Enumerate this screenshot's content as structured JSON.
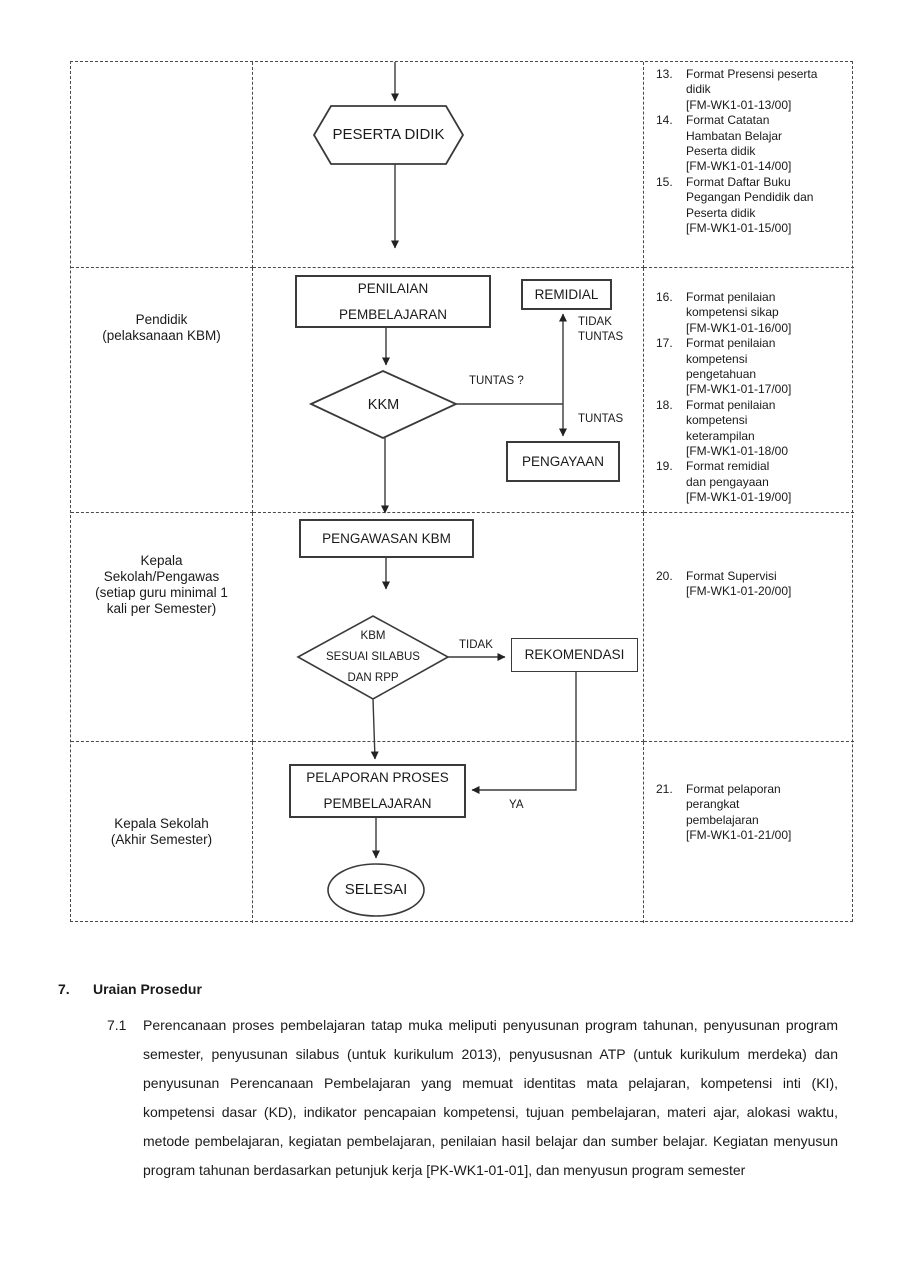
{
  "colors": {
    "background": "#ffffff",
    "text": "#1a1a1a",
    "line": "#3a3a3a"
  },
  "swimlanes": {
    "row2_actor": "Pendidik\n(pelaksanaan KBM)",
    "row3_actor": "Kepala\nSekolah/Pengawas\n(setiap guru minimal 1\nkali per Semester)",
    "row4_actor": "Kepala Sekolah\n(Akhir Semester)"
  },
  "flowchart": {
    "peserta_didik": "PESERTA DIDIK",
    "penilaian": "PENILAIAN\nPEMBELAJARAN",
    "remidial": "REMIDIAL",
    "kkm": "KKM",
    "pengayaan": "PENGAYAAN",
    "label_tidak_tuntas": "TIDAK\nTUNTAS",
    "label_tuntas_q": "TUNTAS ?",
    "label_tuntas": "TUNTAS",
    "pengawasan": "PENGAWASAN KBM",
    "kbm_sesuai": "KBM\nSESUAI SILABUS\nDAN RPP",
    "label_tidak": "TIDAK",
    "rekomendasi": "REKOMENDASI",
    "label_ya": "YA",
    "pelaporan": "PELAPORAN PROSES\nPEMBELAJARAN",
    "selesai": "SELESAI"
  },
  "forms": {
    "row1": [
      {
        "num": "13.",
        "text": "Format Presensi peserta\ndidik\n[FM-WK1-01-13/00]"
      },
      {
        "num": "14.",
        "text": "Format Catatan\nHambatan Belajar\nPeserta didik\n[FM-WK1-01-14/00]"
      },
      {
        "num": "15.",
        "text": "Format Daftar Buku\nPegangan Pendidik dan\nPeserta didik\n[FM-WK1-01-15/00]"
      }
    ],
    "row2": [
      {
        "num": "16.",
        "text": "Format penilaian\nkompetensi sikap\n[FM-WK1-01-16/00]"
      },
      {
        "num": "17.",
        "text": "Format penilaian\nkompetensi\npengetahuan\n[FM-WK1-01-17/00]"
      },
      {
        "num": "18.",
        "text": "Format penilaian\nkompetensi\nketerampilan\n[FM-WK1-01-18/00"
      },
      {
        "num": "19.",
        "text": "Format remidial\ndan pengayaan\n[FM-WK1-01-19/00]"
      }
    ],
    "row3": [
      {
        "num": "20.",
        "text": "Format Supervisi\n[FM-WK1-01-20/00]"
      }
    ],
    "row4": [
      {
        "num": "21.",
        "text": "Format pelaporan\nperangkat\npembelajaran\n[FM-WK1-01-21/00]"
      }
    ]
  },
  "section": {
    "number": "7.",
    "title": "Uraian Prosedur",
    "item_number": "7.1",
    "item_text": "Perencanaan proses pembelajaran tatap muka meliputi penyusunan program tahunan, penyusunan program semester, penyusunan silabus (untuk kurikulum 2013), penyususnan ATP (untuk kurikulum merdeka) dan penyusunan Perencanaan Pembelajaran yang memuat identitas mata pelajaran, kompetensi inti (KI), kompetensi dasar (KD), indikator pencapaian kompetensi, tujuan pembelajaran, materi ajar, alokasi waktu, metode pembelajaran, kegiatan pembelajaran, penilaian hasil belajar dan sumber belajar. Kegiatan menyusun program tahunan berdasarkan petunjuk kerja [PK-WK1-01-01], dan menyusun program semester"
  }
}
